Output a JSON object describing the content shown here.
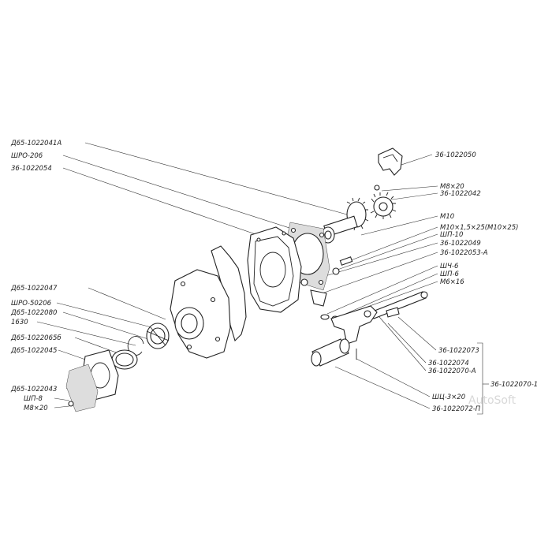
{
  "labels": {
    "l1": "Д65-1022041А",
    "l2": "ШРО-206",
    "l3": "36-1022054",
    "l4": "36-1022050",
    "l5": "М8×20",
    "l6": "36-1022042",
    "l7": "М10",
    "l8": "М10×1,5×25(М10×25)",
    "l9": "ШП-10",
    "l10": "36-1022049",
    "l11": "36-1022053-А",
    "l12": "ШЧ-6",
    "l13": "ШП-6",
    "l14": "М6×16",
    "l15": "Д65-1022047",
    "l16": "ШРО-50206",
    "l17": "Д65-1022080",
    "l18": "1630",
    "l19": "Д65-1022065б",
    "l20": "Д65-1022045",
    "l21": "Д65-1022043",
    "l22": "ШП-8",
    "l23": "М8×20",
    "l24": "36-1022073",
    "l25": "36-1022074",
    "l26": "36-1022070-А",
    "l27": "36-1022070-1",
    "l28": "ШЦ-3×20",
    "l29": "36-1022072-П"
  },
  "watermark": "AutoSoft"
}
